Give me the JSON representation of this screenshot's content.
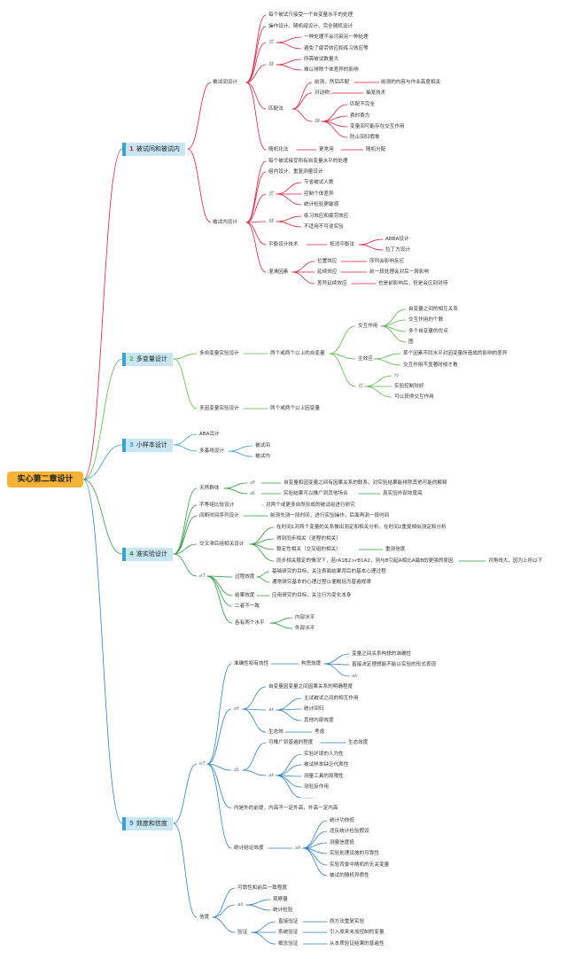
{
  "root": "实心第二章设计",
  "chapters": [
    {
      "num": "1",
      "title": "被试间和被试内",
      "color": "#d9213f"
    },
    {
      "num": "2",
      "title": "多变量设计",
      "color": "#58b947"
    },
    {
      "num": "3",
      "title": "小样本设计",
      "color": "#3aa3cc"
    },
    {
      "num": "4",
      "title": "准实验设计",
      "color": "#2f9a3f"
    },
    {
      "num": "5",
      "title": "效度和信度",
      "color": "#2f7fc2"
    }
  ],
  "c1": {
    "between": "被试间设计",
    "b1": "每个被试只接受一个自变量水平的处理",
    "b2": "操作设计、随机组设计、完全随机设计",
    "adv": "优",
    "a1": "一种处理不会污染另一种处理",
    "a2": "避免了疲劳效应和练习效应等",
    "dis": "缺",
    "d1": "所需被试数量大",
    "d2": "难以排除个体差异的影响",
    "match": "匹配法",
    "m1": "前测，然后匹配",
    "m1r": "前测的内容与作业高度相关",
    "m2": "对动物：",
    "m2r": "抽笼技术",
    "mdis": "缺",
    "md1": "匹配不完全",
    "md2": "费时费力",
    "md3": "变量间可能存在交互作用",
    "md4": "防止回归假象",
    "rand": "随机化法",
    "rand_m": "更常用",
    "rand_r": "随机分配",
    "within": "被试内设计",
    "w1": "每个被试接受所有自变量水平的处理",
    "w2": "组内设计、重复测量设计",
    "wadv": "优",
    "wa1": "节省被试人数",
    "wa2": "控制个体差异",
    "wa3": "统计检验更敏感",
    "wdis": "缺",
    "wd1": "练习效应和疲劳效应",
    "wd2": "不适用不可逆实验",
    "balance": "平衡设计技术",
    "counter": "抵消平衡法",
    "abba": "ABBA设计",
    "latin": "拉丁方设计",
    "conf": "混淆因素",
    "cf1": "位置效应",
    "cf1r": "序列会影响反应",
    "cf2": "延续效应",
    "cf2r": "前一段处理会对后一段影响",
    "cf3": "差异延续效应",
    "cf3r": "也是前影响后，但是会区别对待"
  },
  "c2": {
    "multi": "多自变量实验设计",
    "multi_m": "两个或两个以上的自变量",
    "inter": "交互作用",
    "i1": "自变量之间的相互关系",
    "i2": "交互作用的个数",
    "i3": "多个自变量的优点",
    "i4": "图",
    "main": "主效应",
    "mn1": "某个因素不同水平对因变量所造成的影响的差异",
    "mn2": "交互作用不显著时候才看",
    "adv": "优",
    "ad1": "fy",
    "ad2": "实验控制较好",
    "ad3": "可以获得交互作用",
    "multidv": "多因变量实验设计",
    "multidv_m": "两个或两个以上因变量"
  },
  "c3": {
    "aba": "ABA设计",
    "mb": "多基线设计",
    "mb1": "被试间",
    "mb2": "被试内"
  },
  "c4": {
    "nat": "天然群体",
    "df": "df",
    "df_t": "自变量和因变量之间有因果关系的联系，对实验结果能排除其他可能的解释",
    "dl": "dL",
    "dl_t": "实验结果可以推广到其他场合",
    "dl_r": "真实验外部效度高",
    "noneq": "不等组比较设计",
    "noneq_t": "对两个或更多自然形成的被试组进行研究",
    "ts": "间断时间序列设计",
    "ts_t": "前测先测一段时间，进行实验操作，后面再测一段时间",
    "cross": "交叉滞后组相关设计",
    "cr1": "在时间1对两个变量的关系做出测定和相关分析，在时间2重复相似测定和分析",
    "cr2": "得到同步相关（逆程的相关）",
    "cr3": "稳定性相关（交叉组的相关）",
    "cr3r": "重测信度",
    "cr4": "同步相关稳定的情况下，若rA1B2>rB1A2，则与B引起A相比A最B的更强的原因",
    "cr4r": "对角线大，因为上所以下",
    "et": "eT",
    "process": "过程效度",
    "p1": "基础研究的目标，关注表面结果背后的基本心理过程",
    "p2": "通常研究基本的心理过程以便概括为普遍规律",
    "result": "结果效度",
    "r1": "应用研究的目标，关注行为变化本身",
    "notsame": "二者不一致",
    "twolvl": "各有两个水平",
    "tl1": "内部水平",
    "tl2": "外部水平"
  },
  "c5": {
    "et": "eT",
    "acc": "准确性和有效性",
    "construct": "构思效度",
    "co1": "变量之间关系构想的准确性",
    "co2": "直接决定理想能不能以实验的形式表现",
    "co3": "ak",
    "df": "df",
    "df1": "自变量因变量之间因果关系的明确程度",
    "ak": "ak",
    "ak1": "主试被试之间的相互作用",
    "ak2": "统计回归",
    "ak3": "其他内部效度",
    "ecol": "生态效",
    "ecol_r": "考虑",
    "dl": "dL",
    "dl1": "可推广到普遍的程度",
    "dl1r": "生态效度",
    "dak": "ak",
    "dk1": "实验环境的人为性",
    "dk2": "被试样本缺乏代表性",
    "dk3": "测量工具的局限性",
    "dk4": "测验反作用",
    "dk5": "……",
    "prem": "内是外的前提，内高不一定外高，外高一定内高",
    "stat": "统计结论效度",
    "sak": "ak",
    "s1": "统计功效低",
    "s2": "违反统计检验假设",
    "s3": "测量信度低",
    "s4": "实验处理设施的可靠性",
    "s5": "实验背景中随机的无关变量",
    "s6": "被试的随机异质性",
    "rel": "信度",
    "rl1": "可靠性和前后一致程度",
    "rak": "ak",
    "ra1": "观察量",
    "ra2": "统计检验",
    "verify": "验证",
    "v1": "直接验证",
    "v1r": "原方法重复实验",
    "v2": "系统验证",
    "v2r": "引入原来未加控制的变量",
    "v3": "概念验证",
    "v3r": "从本质验证结果的普遍性"
  }
}
